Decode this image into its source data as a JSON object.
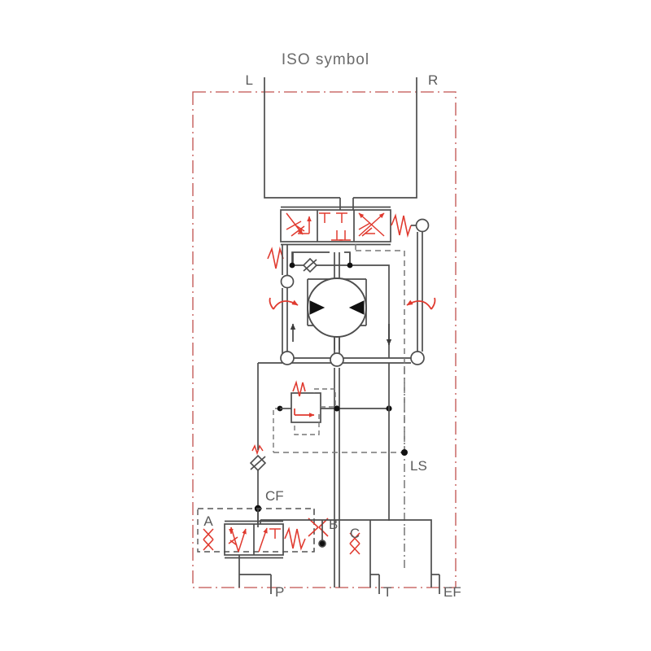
{
  "diagram": {
    "title": "ISO symbol",
    "type": "hydraulic-schematic",
    "colors": {
      "line": "#4d4d4d",
      "accent_red": "#e03a2f",
      "enclosure_red": "#c0504d",
      "pilot_gray": "#777777",
      "text": "#5a5a5a"
    },
    "ports": {
      "top_left": "L",
      "top_right": "R",
      "bottom_1": "P",
      "bottom_2": "T",
      "bottom_3": "EF"
    },
    "labels": {
      "load_sense": "LS",
      "control_flow": "CF",
      "orifice_a": "A",
      "orifice_b": "B",
      "orifice_c": "C"
    },
    "components": [
      {
        "name": "directional-control-valve",
        "positions": 3,
        "note": "4/3 closed-center steering valve with spring centering"
      },
      {
        "name": "bidirectional-hydraulic-motor",
        "note": "steering metering unit / gerotor"
      },
      {
        "name": "pressure-relief-valve",
        "note": "pilot operated, spring loaded"
      },
      {
        "name": "check-valve",
        "note": "spring loaded anti-cavitation"
      },
      {
        "name": "priority-flow-control-valve",
        "positions": 2,
        "note": "load-sensing priority valve, CF / EF"
      }
    ]
  }
}
